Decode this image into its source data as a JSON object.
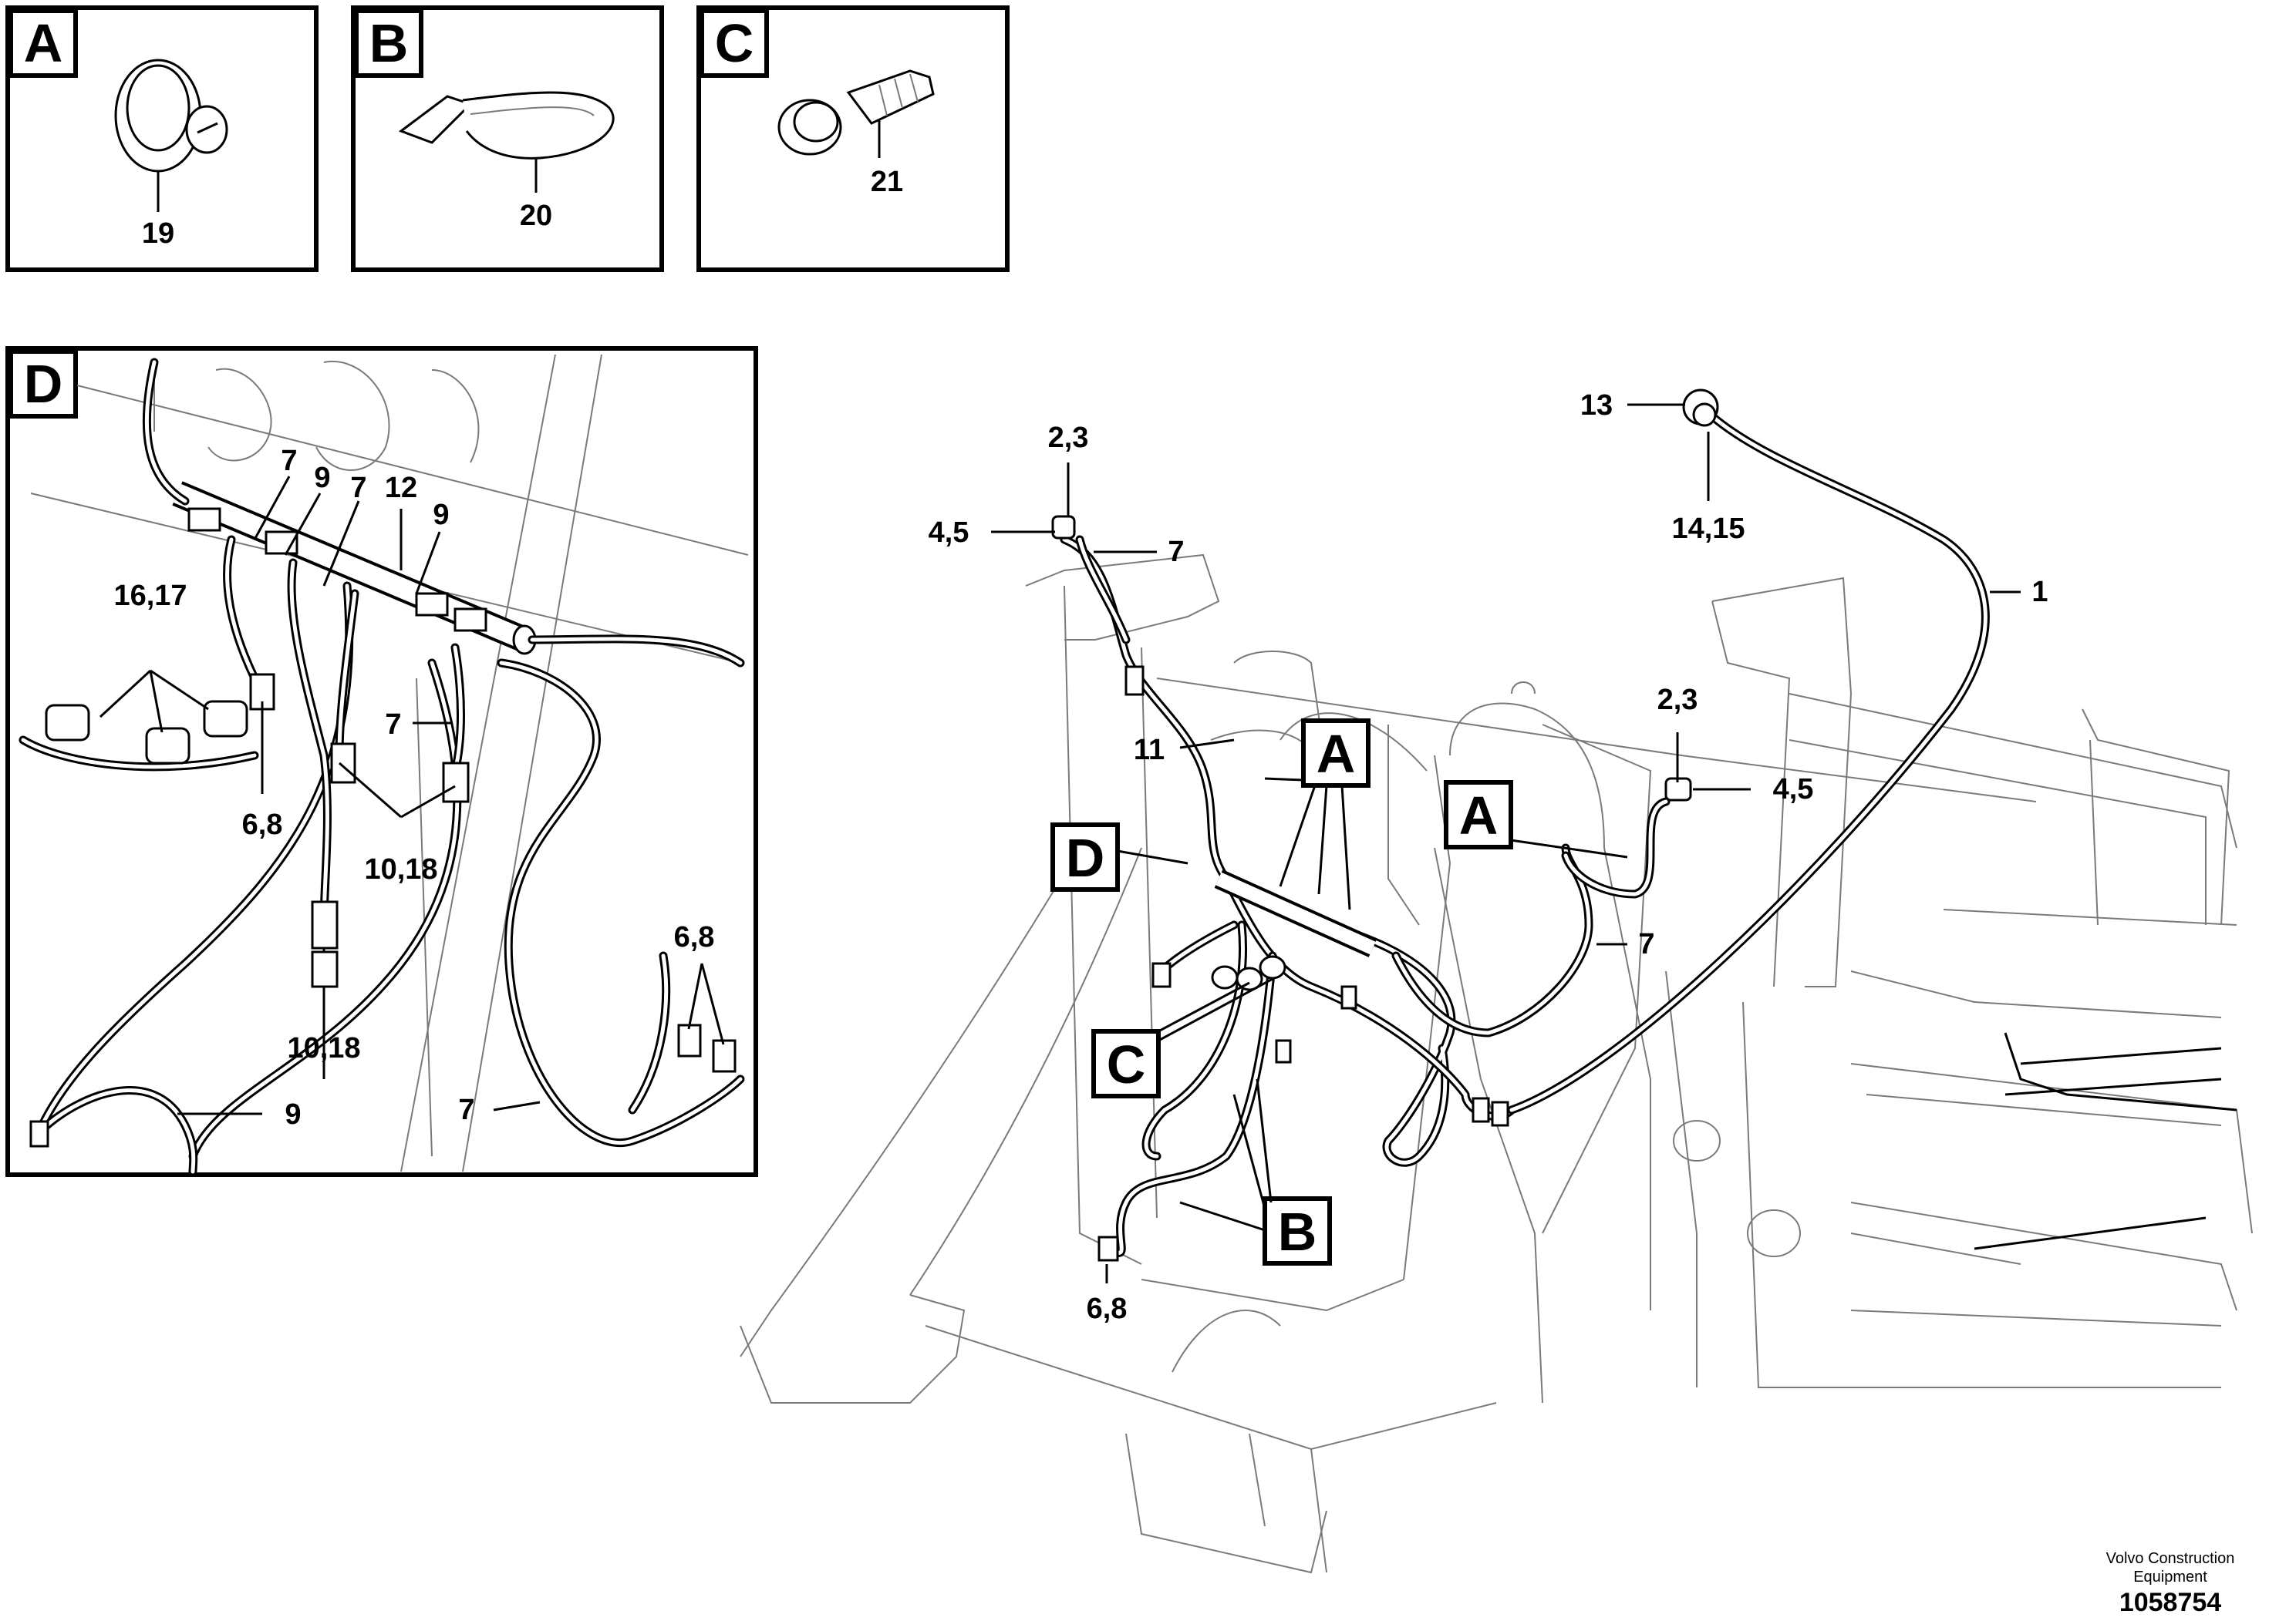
{
  "detail_boxes": [
    {
      "letter": "A",
      "part_label": "19",
      "icon": "hose-clamp-icon"
    },
    {
      "letter": "B",
      "part_label": "20",
      "icon": "cable-tie-icon"
    },
    {
      "letter": "C",
      "part_label": "21",
      "icon": "flange-screw-icon"
    }
  ],
  "detail_d": {
    "letter": "D",
    "labels": {
      "l7a": "7",
      "l9a": "9",
      "l7b": "7",
      "l12": "12",
      "l9b": "9",
      "l1617": "16,17",
      "l68a": "6,8",
      "l7c": "7",
      "l1018a": "10,18",
      "l1018b": "10,18",
      "l68b": "6,8",
      "l7d": "7",
      "l9c": "9"
    }
  },
  "main_view": {
    "labels": {
      "l23a": "2,3",
      "l45a": "4,5",
      "l7a": "7",
      "l13": "13",
      "l1415": "14,15",
      "l1": "1",
      "l11": "11",
      "l23b": "2,3",
      "l45b": "4,5",
      "l7b": "7",
      "l68": "6,8"
    },
    "tags": {
      "tA1": "A",
      "tA2": "A",
      "tD": "D",
      "tC": "C",
      "tB": "B"
    }
  },
  "footer": {
    "company": "Volvo Construction Equipment",
    "company_line1": "Volvo Construction",
    "company_line2": "Equipment",
    "drawing_number": "1058754"
  }
}
